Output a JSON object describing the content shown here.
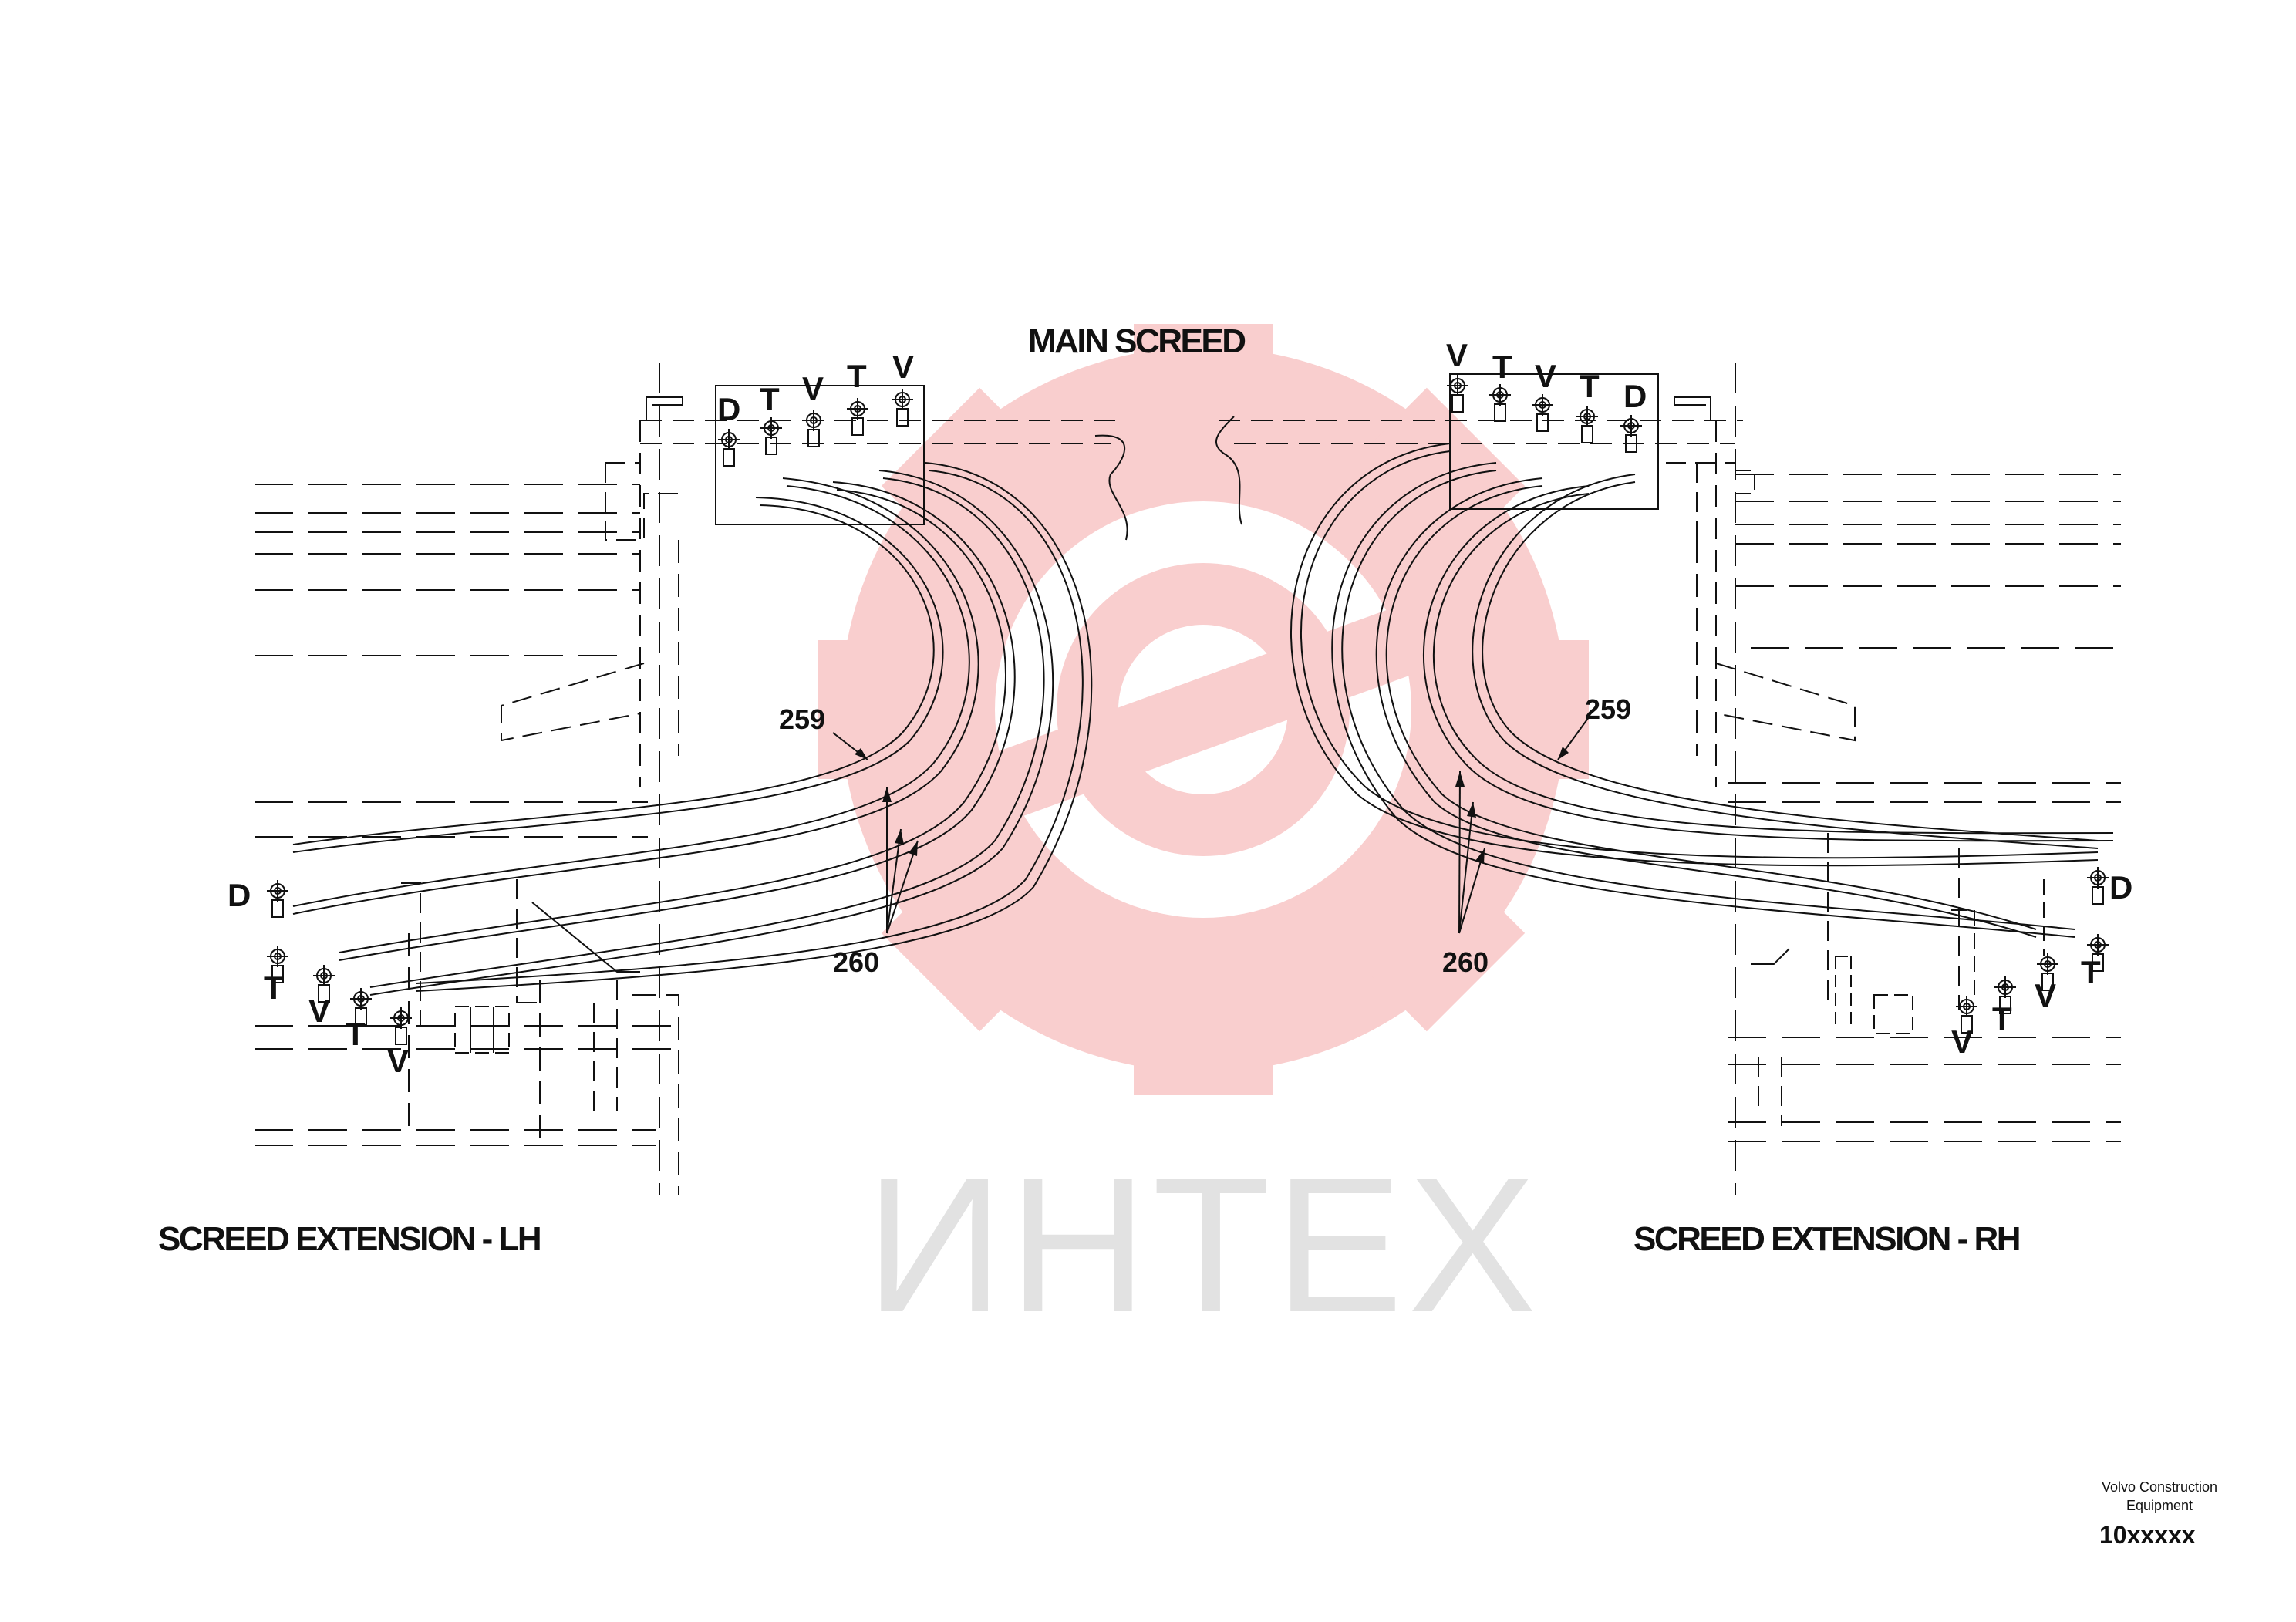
{
  "labels": {
    "main": "MAIN SCREED",
    "left": "SCREED EXTENSION - LH",
    "right": "SCREED EXTENSION - RH"
  },
  "watermark": "ИНТЕХ",
  "part_refs": {
    "hose_a": "259",
    "hose_b": "260"
  },
  "ports": {
    "main_left": [
      "D",
      "T",
      "V",
      "T",
      "V"
    ],
    "main_right": [
      "V",
      "T",
      "V",
      "T",
      "D"
    ],
    "ext_left": [
      "D",
      "T",
      "V",
      "T",
      "V"
    ],
    "ext_right": [
      "D",
      "T",
      "V",
      "T",
      "V"
    ]
  },
  "footer": {
    "company_line1": "Volvo Construction",
    "company_line2": "Equipment",
    "code": "10xxxxx"
  },
  "colors": {
    "ink": "#111111",
    "watermark_gear": "#f9c9c9",
    "watermark_text": "#e2e2e2"
  }
}
